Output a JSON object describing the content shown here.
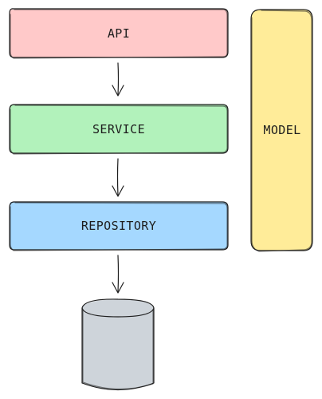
{
  "diagram": {
    "nodes": {
      "api": {
        "label": "API",
        "fill": "#ffc9c9"
      },
      "service": {
        "label": "SERVICE",
        "fill": "#b2f2bb"
      },
      "repository": {
        "label": "REPOSITORY",
        "fill": "#a5d8ff"
      },
      "model": {
        "label": "MODEL",
        "fill": "#ffec99"
      },
      "database": {
        "label": "",
        "fill": "#ced4da"
      }
    },
    "edges": [
      {
        "from": "api",
        "to": "service"
      },
      {
        "from": "service",
        "to": "repository"
      },
      {
        "from": "repository",
        "to": "database"
      }
    ],
    "stroke_color": "#1e1e1e"
  }
}
